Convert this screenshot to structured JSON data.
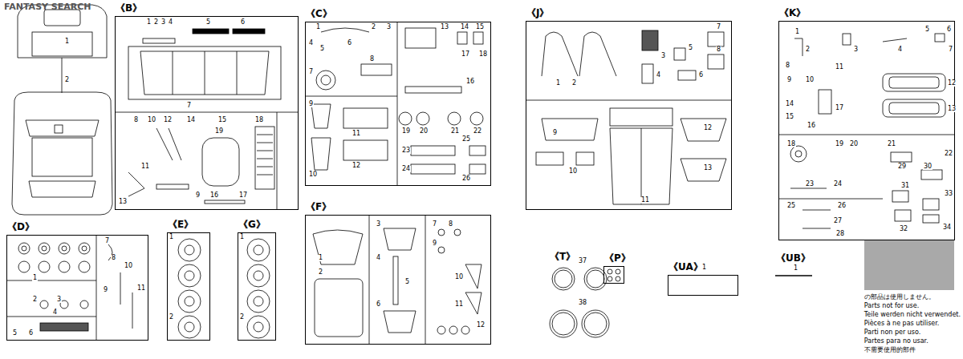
{
  "diagram": {
    "nodes": [
      {
        "text": [
          "《B》"
        ]
      },
      {
        "text": [
          "《C》"
        ]
      },
      {
        "text": [
          "《J》"
        ]
      },
      {
        "text": [
          "《K》"
        ]
      },
      {
        "text": [
          "《D》"
        ]
      },
      {
        "text": [
          "《E》"
        ]
      },
      {
        "text": [
          "《G》"
        ]
      },
      {
        "text": [
          "《F》"
        ]
      },
      {
        "text": [
          "《P》"
        ]
      },
      {
        "text": [
          "《UA》"
        ]
      }
    ],
    "labels": [
      "FANTASY SEARCH",
      "1",
      "2",
      "1",
      "2",
      "3",
      "4",
      "5",
      "6",
      "7",
      "8",
      "10",
      "12",
      "14",
      "15",
      "18",
      "11",
      "19",
      "13",
      "9",
      "16",
      "17",
      "1",
      "2",
      "3",
      "4",
      "5",
      "6",
      "7",
      "8",
      "13",
      "14",
      "15",
      "17",
      "18",
      "16",
      "9",
      "11",
      "10",
      "12",
      "19",
      "20",
      "21",
      "22",
      "23",
      "25",
      "24",
      "26",
      "1",
      "2",
      "3",
      "4",
      "5",
      "6",
      "7",
      "8",
      "9",
      "10",
      "11",
      "12",
      "13",
      "1",
      "2",
      "3",
      "4",
      "5",
      "6",
      "7",
      "8",
      "9",
      "10",
      "11",
      "12",
      "13",
      "14",
      "15",
      "16",
      "17",
      "18",
      "19",
      "20",
      "21",
      "29",
      "30",
      "22",
      "23",
      "24",
      "31",
      "33",
      "25",
      "26",
      "27",
      "28",
      "32",
      "34",
      "1",
      "2",
      "3",
      "4",
      "5",
      "6",
      "7",
      "8",
      "9",
      "10",
      "11",
      "1",
      "2",
      "1",
      "2",
      "1",
      "2",
      "3",
      "4",
      "5",
      "6",
      "7",
      "8",
      "9",
      "10",
      "11",
      "12",
      "《T》",
      "37",
      "38",
      "1",
      "《UB》",
      "1"
    ],
    "legend": [
      {
        "text": "の部品は使用しません。",
        "color": "#a9a9a9"
      },
      {
        "text": "Parts not for use."
      },
      {
        "text": "Teile werden nicht verwendet."
      },
      {
        "text": "Pièces à ne pas utiliser."
      },
      {
        "text": "Parti non per uso."
      },
      {
        "text": "Partes para no usar."
      },
      {
        "text": "不需要使用的部件"
      }
    ]
  }
}
